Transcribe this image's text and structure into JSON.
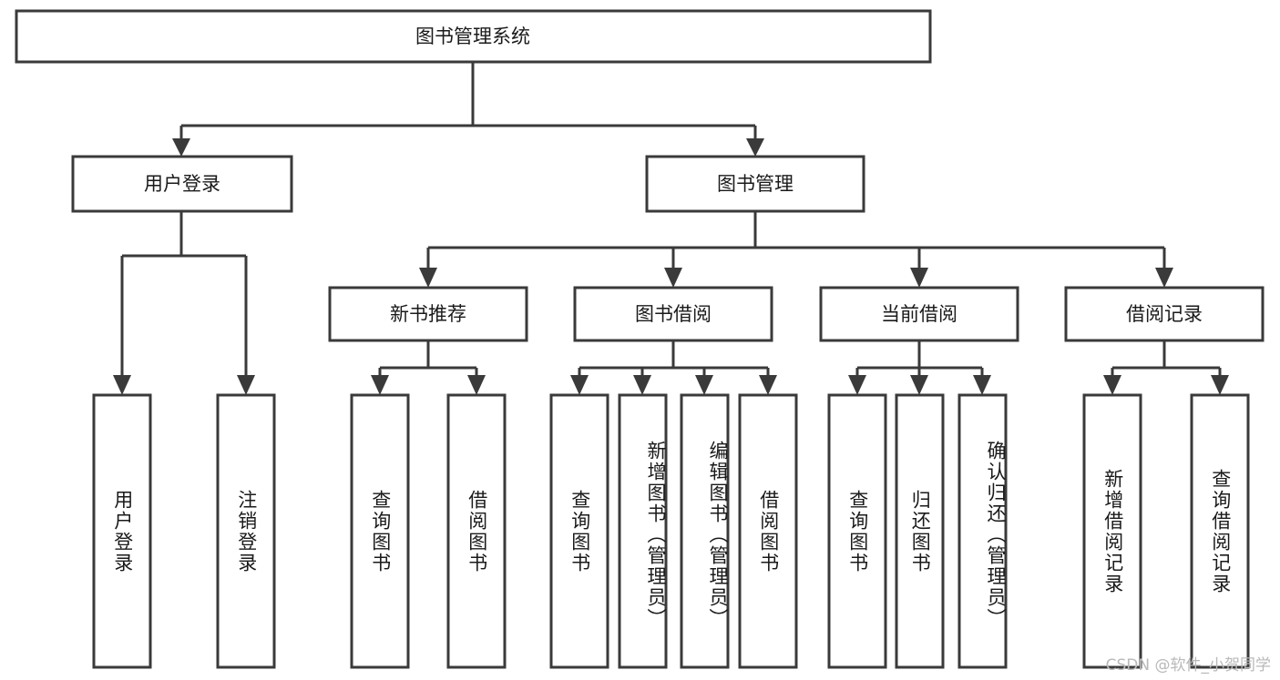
{
  "diagram": {
    "type": "tree",
    "title": "图书管理系统",
    "watermark": "CSDN @软件_小贺同学",
    "colors": {
      "stroke": "#3a3a3a",
      "fill": "#ffffff",
      "text": "#1a1a1a",
      "watermark": "#b9b9b9",
      "background": "#ffffff"
    },
    "root": {
      "label": "图书管理系统"
    },
    "level2": [
      {
        "label": "用户登录"
      },
      {
        "label": "图书管理"
      }
    ],
    "level3": [
      {
        "label": "新书推荐"
      },
      {
        "label": "图书借阅"
      },
      {
        "label": "当前借阅"
      },
      {
        "label": "借阅记录"
      }
    ],
    "leaves": {
      "user_login": [
        {
          "label": "用户登录"
        },
        {
          "label": "注销登录"
        }
      ],
      "new_book": [
        {
          "label": "查询图书"
        },
        {
          "label": "借阅图书"
        }
      ],
      "book_borrow": [
        {
          "label": "查询图书"
        },
        {
          "label": "新增图书（管理员）"
        },
        {
          "label": "编辑图书（管理员）"
        },
        {
          "label": "借阅图书"
        }
      ],
      "current_borrow": [
        {
          "label": "查询图书"
        },
        {
          "label": "归还图书"
        },
        {
          "label": "确认归还（管理员）"
        }
      ],
      "borrow_record": [
        {
          "label": "新增借阅记录"
        },
        {
          "label": "查询借阅记录"
        }
      ]
    }
  }
}
